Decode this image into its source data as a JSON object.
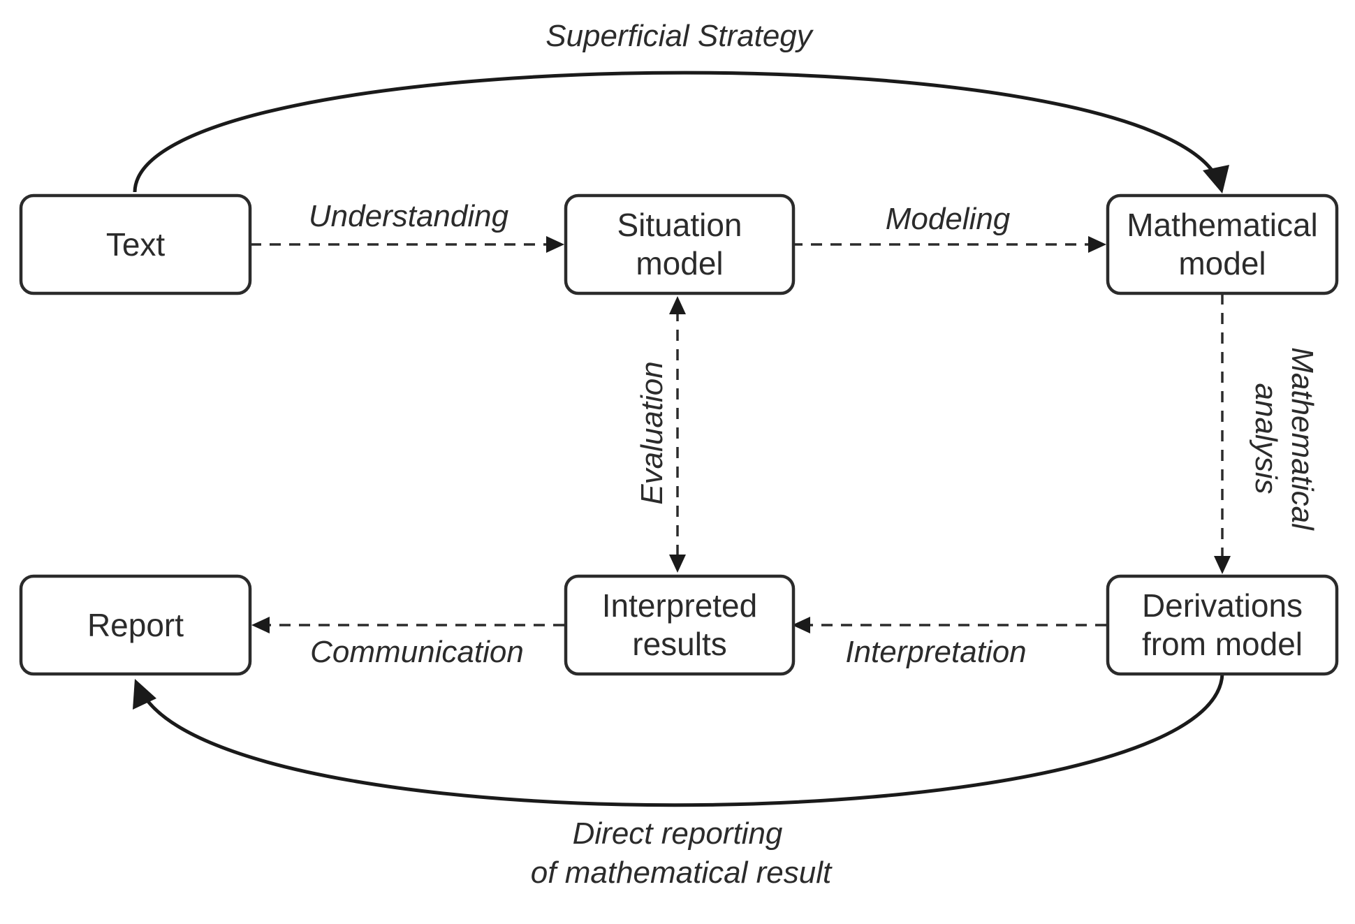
{
  "nodes": {
    "text": {
      "lines": [
        "Text"
      ]
    },
    "situation_model": {
      "lines": [
        "Situation",
        "model"
      ]
    },
    "mathematical_model": {
      "lines": [
        "Mathematical",
        "model"
      ]
    },
    "report": {
      "lines": [
        "Report"
      ]
    },
    "interpreted_results": {
      "lines": [
        "Interpreted",
        "results"
      ]
    },
    "derivations": {
      "lines": [
        "Derivations",
        "from model"
      ]
    }
  },
  "edges": {
    "superficial_strategy": {
      "lines": [
        "Superficial Strategy"
      ]
    },
    "understanding": {
      "lines": [
        "Understanding"
      ]
    },
    "modeling": {
      "lines": [
        "Modeling"
      ]
    },
    "mathematical_analysis": {
      "lines": [
        "Mathematical",
        "analysis"
      ]
    },
    "evaluation": {
      "lines": [
        "Evaluation"
      ]
    },
    "interpretation": {
      "lines": [
        "Interpretation"
      ]
    },
    "communication": {
      "lines": [
        "Communication"
      ]
    },
    "direct_reporting": {
      "lines": [
        "Direct reporting",
        "of mathematical result"
      ]
    }
  },
  "colors": {
    "stroke": "#2b2b2b",
    "background": "#ffffff"
  }
}
